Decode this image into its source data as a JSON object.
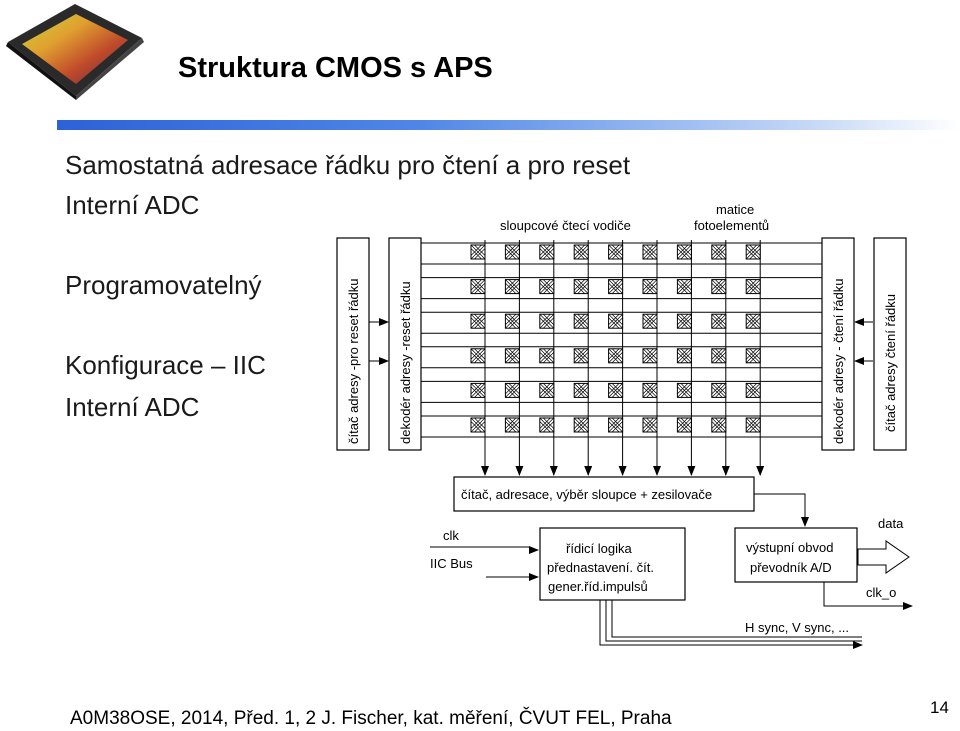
{
  "slide": {
    "title": "Struktura CMOS s APS",
    "bullets": [
      "Samostatná adresace řádku pro čtení a pro reset",
      "Interní ADC",
      "Programovatelný",
      "Konfigurace – IIC",
      "Interní ADC"
    ],
    "footer": "A0M38OSE, 2014, Před. 1, 2  J. Fischer, kat. měření, ČVUT FEL, Praha",
    "page_number": "14"
  },
  "diagram": {
    "column_wires_label": "sloupcové čtecí vodiče",
    "matrix_label_line1": "matice",
    "matrix_label_line2": "fotoelementů",
    "row_reset_counter": "čítač adresy -pro reset řádku",
    "row_reset_decoder": "dekodér adresy -reset řádku",
    "row_read_decoder": "dekodér adresy - čtení řádku",
    "row_read_counter": "čítač adresy čtení řádku",
    "column_block": "čítač, adresace, výběr sloupce + zesilovače",
    "control_logic_line1": "řídicí logika",
    "control_logic_line2": "přednastavení. čít.",
    "control_logic_line3": "gener.říd.impulsů",
    "output_circuit_line1": "výstupní obvod",
    "output_circuit_line2": "převodník A/D",
    "clk_label": "clk",
    "iic_bus_label": "IIC Bus",
    "data_label": "data",
    "clk_o_label": "clk_o",
    "sync_label": "H sync, V sync, ..."
  }
}
